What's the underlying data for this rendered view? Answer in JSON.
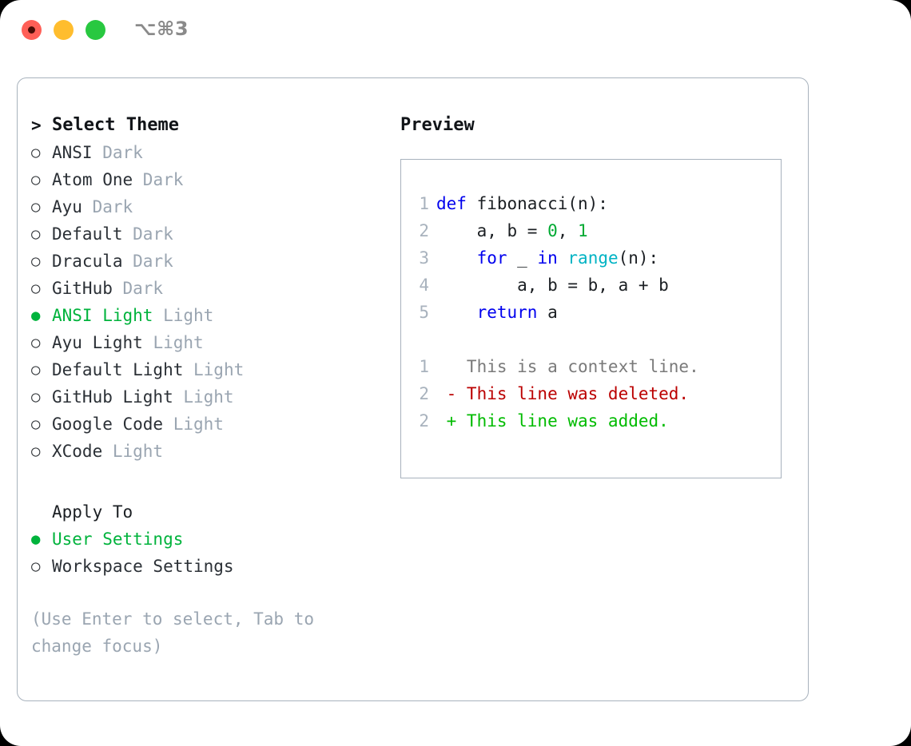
{
  "titlebar": {
    "shortcut": "⌥⌘3",
    "buttons": [
      "close",
      "minimize",
      "maximize"
    ]
  },
  "theme_section": {
    "heading": "Select Theme",
    "heading_marker": ">",
    "marker_selected": "●",
    "marker_unselected": "○",
    "items": [
      {
        "name": "ANSI",
        "kind": "Dark",
        "selected": false
      },
      {
        "name": "Atom One",
        "kind": "Dark",
        "selected": false
      },
      {
        "name": "Ayu",
        "kind": "Dark",
        "selected": false
      },
      {
        "name": "Default",
        "kind": "Dark",
        "selected": false
      },
      {
        "name": "Dracula",
        "kind": "Dark",
        "selected": false
      },
      {
        "name": "GitHub",
        "kind": "Dark",
        "selected": false
      },
      {
        "name": "ANSI Light",
        "kind": "Light",
        "selected": true
      },
      {
        "name": "Ayu Light",
        "kind": "Light",
        "selected": false
      },
      {
        "name": "Default Light",
        "kind": "Light",
        "selected": false
      },
      {
        "name": "GitHub Light",
        "kind": "Light",
        "selected": false
      },
      {
        "name": "Google Code",
        "kind": "Light",
        "selected": false
      },
      {
        "name": "XCode",
        "kind": "Light",
        "selected": false
      }
    ]
  },
  "apply_section": {
    "heading": "Apply To",
    "items": [
      {
        "name": "User Settings",
        "selected": true
      },
      {
        "name": "Workspace Settings",
        "selected": false
      }
    ]
  },
  "hint": "(Use Enter to select, Tab to change focus)",
  "preview": {
    "title": "Preview",
    "code_lines": [
      {
        "no": "1",
        "tokens": [
          {
            "t": "def ",
            "c": "kw"
          },
          {
            "t": "fibonacci(n):",
            "c": "id"
          }
        ]
      },
      {
        "no": "2",
        "tokens": [
          {
            "t": "    a, b = ",
            "c": "id"
          },
          {
            "t": "0",
            "c": "num"
          },
          {
            "t": ", ",
            "c": "id"
          },
          {
            "t": "1",
            "c": "num"
          }
        ]
      },
      {
        "no": "3",
        "tokens": [
          {
            "t": "    ",
            "c": "id"
          },
          {
            "t": "for",
            "c": "kw"
          },
          {
            "t": " _ ",
            "c": "id"
          },
          {
            "t": "in",
            "c": "kw"
          },
          {
            "t": " ",
            "c": "id"
          },
          {
            "t": "range",
            "c": "fn"
          },
          {
            "t": "(n):",
            "c": "id"
          }
        ]
      },
      {
        "no": "4",
        "tokens": [
          {
            "t": "        a, b = b, a + b",
            "c": "id"
          }
        ]
      },
      {
        "no": "5",
        "tokens": [
          {
            "t": "    ",
            "c": "id"
          },
          {
            "t": "return",
            "c": "kw"
          },
          {
            "t": " a",
            "c": "id"
          }
        ]
      }
    ],
    "diff_lines": [
      {
        "no": "1",
        "text": "   This is a context line.",
        "c": "ctx"
      },
      {
        "no": "2",
        "text": " - This line was deleted.",
        "c": "del"
      },
      {
        "no": "2",
        "text": " + This line was added.",
        "c": "add"
      }
    ]
  },
  "colors": {
    "accent_green": "#00b33c",
    "muted": "#9aa5b1",
    "border": "#a8b2bd",
    "keyword": "#0000ee",
    "number": "#00aa33",
    "function": "#00b3c4",
    "diff_deleted": "#bb0000",
    "diff_added": "#00bb00"
  }
}
